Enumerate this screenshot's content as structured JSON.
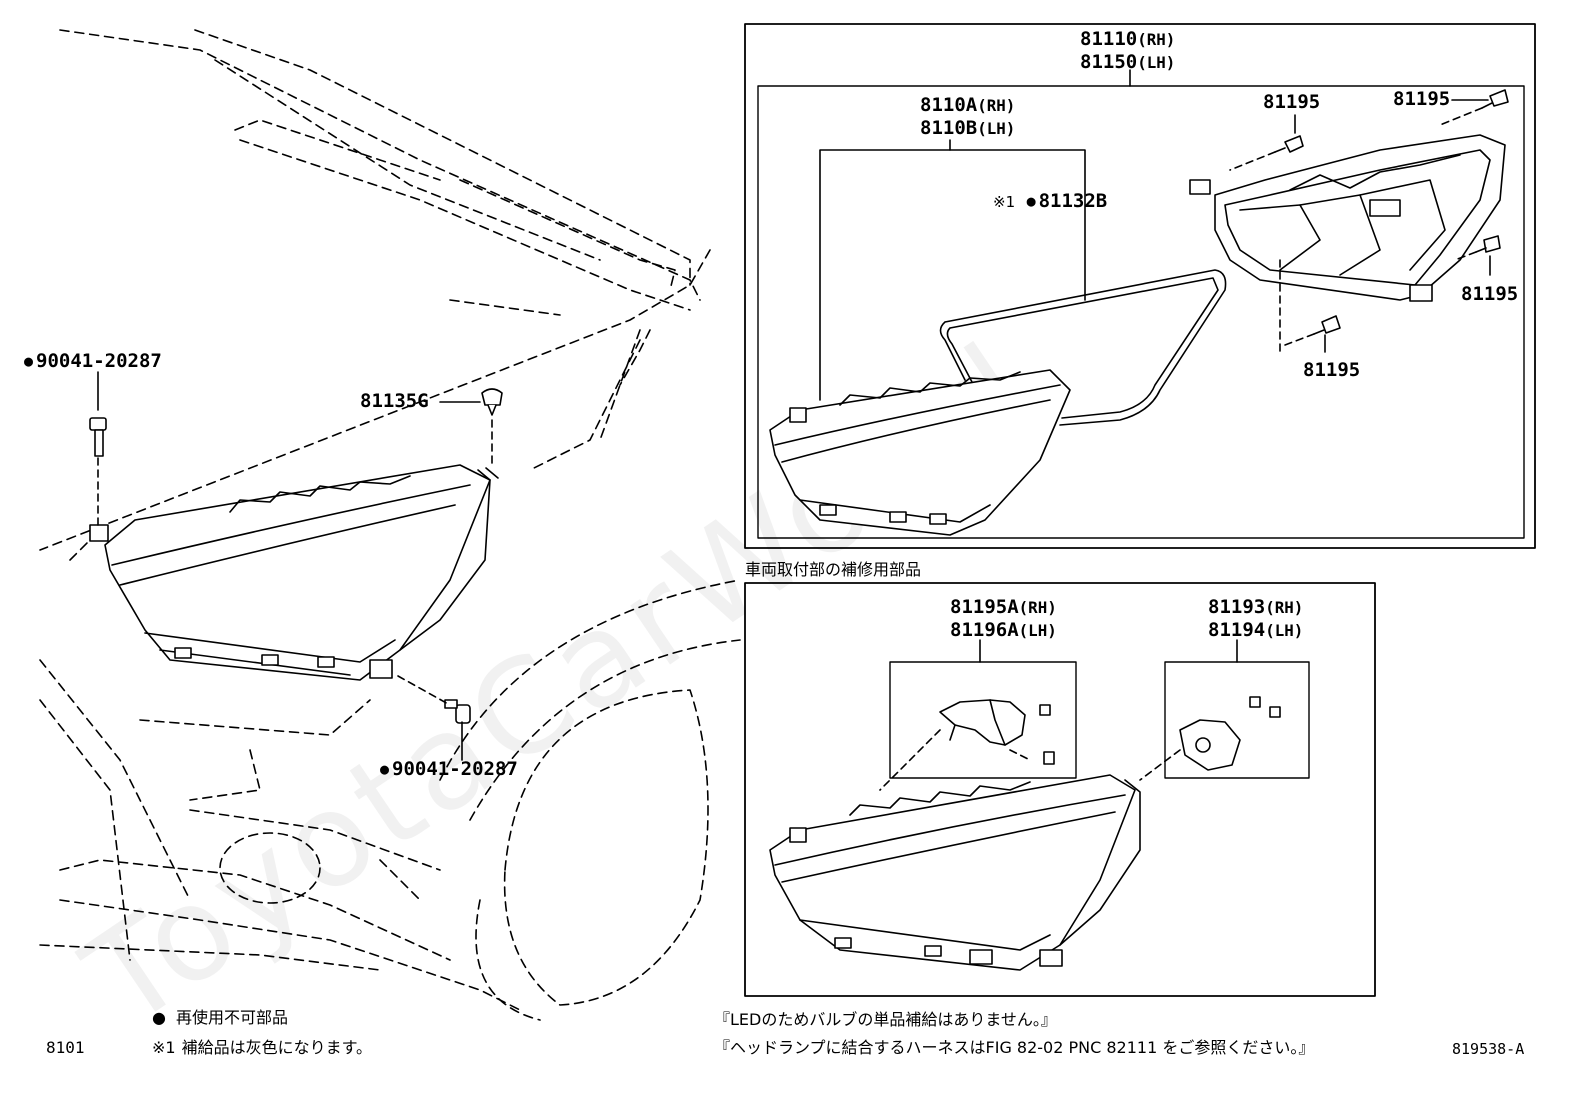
{
  "watermark": "ToyotaCarWorld",
  "labels": {
    "bolt_top": "90041-20287",
    "bolt_bottom": "90041-20287",
    "clip": "81135G",
    "unit_rh": "81110",
    "unit_rh_side": "(RH)",
    "unit_lh": "81150",
    "unit_lh_side": "(LH)",
    "lens_rh": "8110A",
    "lens_rh_side": "(RH)",
    "lens_lh": "8110B",
    "lens_lh_side": "(LH)",
    "gasket_note": "※1",
    "gasket": "81132B",
    "screw_a": "81195",
    "screw_b": "81195",
    "screw_c": "81195",
    "screw_d": "81195",
    "bracket_rh": "81195A",
    "bracket_rh_side": "(RH)",
    "bracket_lh": "81196A",
    "bracket_lh_side": "(LH)",
    "connector_rh": "81193",
    "connector_rh_side": "(RH)",
    "connector_lh": "81194",
    "connector_lh_side": "(LH)"
  },
  "repair_parts_heading": "車両取付部の補修用部品",
  "legend": {
    "non_reusable": "再使用不可部品",
    "note1_mark": "※1",
    "note1": "補給品は灰色になります。"
  },
  "notes": {
    "led_bulb": "『LEDのためバルブの単品補給はありません。』",
    "harness": "『ヘッドランプに結合するハーネスはFIG 82-02 PNC 82111 をご参照ください。』"
  },
  "page_code": "8101",
  "figure_code": "819538-A"
}
